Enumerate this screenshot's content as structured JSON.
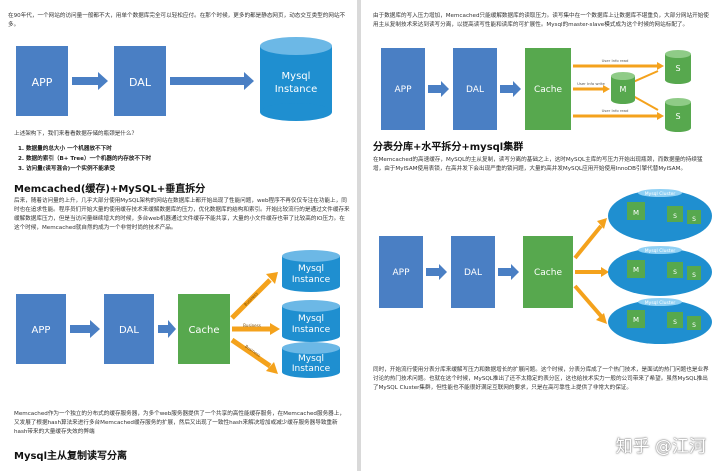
{
  "left": {
    "intro": "在90年代，一个网站的访问量一般都不大，用单个数据库完全可以轻松应付。在那个时候，更多的都是静态网页，动态交互类型的网站不多。",
    "d1": {
      "app": "APP",
      "dal": "DAL",
      "mysql1": "Mysql",
      "mysql2": "Instance"
    },
    "question": "上述架构下，我们来看看数据存储的瓶颈是什么？",
    "list": [
      "1. 数据量的总大小 一个机器放不下时",
      "2. 数据的索引（B+ Tree）一个机器的内存放不下时",
      "3. 访问量(读写混合)一个实例不能承受"
    ],
    "h1": "Memcached(缓存)+MySQL+垂直拆分",
    "p1": "后来，随着访问量的上升，几乎大部分使用MySQL架构的网站在数据库上都开始出现了性能问题，web程序不再仅仅专注在功能上，同时也在追求性能。程序员们开始大量的使用缓存技术来缓解数据库的压力，优化数据库的结构和索引。开始比较流行的是通过文件缓存来缓解数据库压力，但是当访问量继续增大的时候，多台web机器通过文件缓存不能共享，大量的小文件缓存也带了比较高的IO压力。在这个时候，Memcached就自然的成为一个非常时尚的技术产品。",
    "d2": {
      "app": "APP",
      "dal": "DAL",
      "cache": "Cache",
      "m1": "Mysql",
      "m2": "Instance",
      "bl": "Business",
      "bl2": "Business",
      "bl3": "Business"
    },
    "p2": "Memcached作为一个独立的分布式的缓存服务器，为多个web服务器提供了一个共享的高性能缓存服务，在Memcached服务器上，又发展了根据hash算法来进行多台Memcached缓存服务的扩展，然后又出现了一致性hash来解决增加或减少缓存服务器导致重新hash带来的大量缓存失效的弊端",
    "h2": "Mysql主从复制读写分离"
  },
  "right": {
    "p0": "由于数据库的写入压力增加，Memcached只能缓解数据库的读取压力。读写集中在一个数据库上让数据库不堪重负，大部分网站开始使用主从复制技术来达到读写分离，以提高读写性能和读库的可扩展性。Mysql的master-slave模式成为这个时候的网站标配了。",
    "d3": {
      "app": "APP",
      "dal": "DAL",
      "cache": "Cache",
      "m": "M",
      "s1": "S",
      "s2": "S",
      "l1": "User Info read",
      "l2": "User Info write",
      "l3": "User Info read"
    },
    "h1": "分表分库+水平拆分+mysql集群",
    "p1": "在Memcached的高速缓存，MySQL的主从复制，读写分离的基础之上，这时MySQL主库的写压力开始出现瓶颈，而数据量的持续猛增，由于MyISAM使用表锁，在高并发下会出现严重的锁问题，大量的高并发MySQL应用开始使用InnoDB引擎代替MyISAM。",
    "d4": {
      "app": "APP",
      "dal": "DAL",
      "cache": "Cache",
      "cluster": "Mysql Cluster",
      "m": "M",
      "s": "S"
    },
    "p2": "同时，开始流行使用分表分库来缓解写压力和数据增长的扩展问题。这个时候，分表分库成了一个热门技术，是面试的热门问题也是业界讨论的热门技术问题。也就在这个时候，MySQL推出了还不太稳定的表分区，这也给技术实力一般的公司带来了希望。虽然MySQL推出了MySQL Cluster集群，但性能也不能很好满足互联网的要求，只是在高可靠性上提供了非常大的保证。",
    "watermark": "知乎 @江河"
  },
  "colors": {
    "box_blue": "#4a7fc4",
    "cyl_blue": "#1f8fd0",
    "cache_green": "#57a84e",
    "arrow_orange": "#f4a21c"
  }
}
